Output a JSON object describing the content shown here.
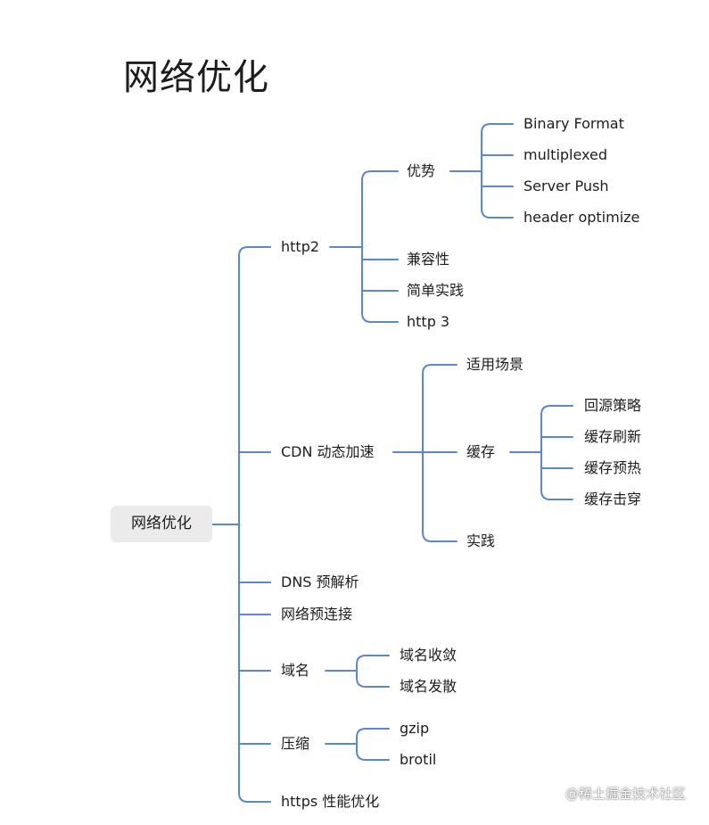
{
  "title": "网络优化",
  "root": "网络优化",
  "edge_color": "#5b86d6",
  "watermark": "@稀土掘金技术社区",
  "branches": {
    "http2": {
      "label": "http2",
      "advantage": {
        "label": "优势",
        "items": [
          "Binary Format",
          "multiplexed",
          "Server Push",
          "header optimize"
        ]
      },
      "compat": "兼容性",
      "practice": "简单实践",
      "http3": "http 3"
    },
    "cdn": {
      "label": "CDN 动态加速",
      "scenario": "适用场景",
      "cache": {
        "label": "缓存",
        "items": [
          "回源策略",
          "缓存刷新",
          "缓存预热",
          "缓存击穿"
        ]
      },
      "practice": "实践"
    },
    "dns": "DNS 预解析",
    "preconnect": "网络预连接",
    "domain": {
      "label": "域名",
      "items": [
        "域名收敛",
        "域名发散"
      ]
    },
    "compress": {
      "label": "压缩",
      "items": [
        "gzip",
        "brotil"
      ]
    },
    "https": "https 性能优化"
  }
}
